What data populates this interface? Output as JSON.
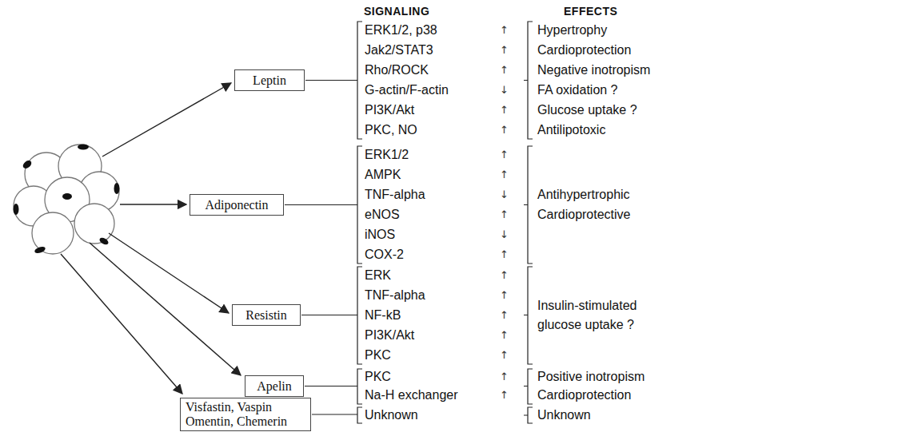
{
  "diagram": {
    "nodes": [
      {
        "text": [
          "Leptin"
        ]
      },
      {
        "text": [
          "Adiponectin"
        ]
      },
      {
        "text": [
          "Resistin"
        ]
      },
      {
        "text": [
          "Apelin"
        ]
      },
      {
        "text": [
          "Visfastin, Vaspin Omentin, Chemerin"
        ]
      }
    ],
    "labels": [
      "SIGNALING",
      "EFFECTS",
      "ERK1/2, p38",
      "↑",
      "Jak2/STAT3",
      "↑",
      "Rho/ROCK",
      "↑",
      "G-actin/F-actin",
      "↓",
      "PI3K/Akt",
      "↑",
      "PKC, NO",
      "↑",
      "Hypertrophy",
      "Cardioprotection",
      "Negative inotropism",
      "FA oxidation ?",
      "Glucose uptake ?",
      "Antilipotoxic",
      "ERK1/2",
      "↑",
      "AMPK",
      "↑",
      "TNF-alpha",
      "↓",
      "eNOS",
      "↑",
      "iNOS",
      "↓",
      "COX-2",
      "↑",
      "Antihypertrophic",
      "Cardioprotective",
      "ERK",
      "↑",
      "TNF-alpha",
      "↑",
      "NF-kB",
      "↑",
      "PI3K/Akt",
      "↑",
      "PKC",
      "↑",
      "Insulin-stimulated",
      "glucose uptake ?",
      "PKC",
      "↑",
      "Na-H exchanger",
      "↑",
      "Positive inotropism",
      "Cardioprotection",
      "Unknown",
      "Unknown"
    ]
  }
}
